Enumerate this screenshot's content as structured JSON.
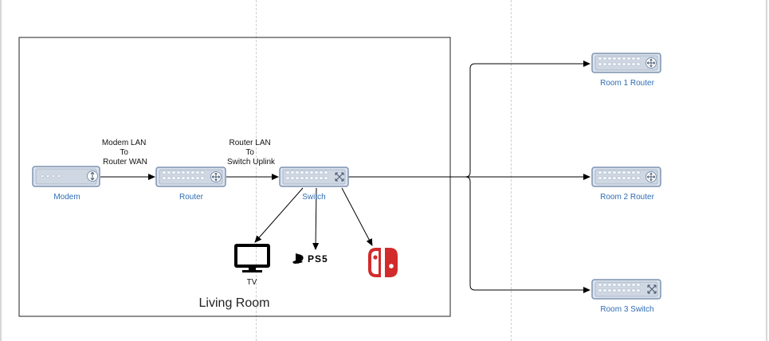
{
  "container": {
    "label": "Living Room"
  },
  "devices": [
    {
      "id": "modem",
      "kind": "modem",
      "label": "Modem"
    },
    {
      "id": "router",
      "kind": "router",
      "label": "Router"
    },
    {
      "id": "switch",
      "kind": "switch",
      "label": "Switch"
    },
    {
      "id": "room1",
      "kind": "router",
      "label": "Room 1 Router"
    },
    {
      "id": "room2",
      "kind": "router",
      "label": "Room 2 Router"
    },
    {
      "id": "room3",
      "kind": "switch",
      "label": "Room 3 Switch"
    }
  ],
  "edges": [
    {
      "id": "modem-router",
      "label": [
        "Modem LAN",
        "To",
        "Router WAN"
      ]
    },
    {
      "id": "router-switch",
      "label": [
        "Router LAN",
        "To",
        "Switch Uplink"
      ]
    }
  ],
  "endpoints": [
    {
      "id": "tv",
      "icon": "tv-icon",
      "label": "TV"
    },
    {
      "id": "ps5",
      "icon": "ps5-logo-icon",
      "label": ""
    },
    {
      "id": "switch-console",
      "icon": "nintendo-switch-icon",
      "label": ""
    }
  ],
  "colors": {
    "device_label": "#2e6db4",
    "device_body": "#dce3ec",
    "device_stroke": "#7f93b0",
    "line": "#000000",
    "nintendo_red": "#d22b2b"
  }
}
